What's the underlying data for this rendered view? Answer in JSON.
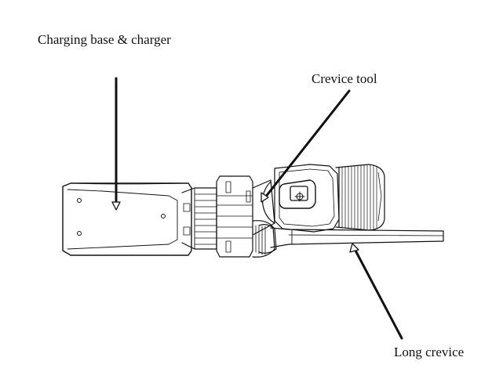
{
  "labels": {
    "charging_base": "Charging base & charger",
    "crevice_tool": "Crevice tool",
    "long_crevice": "Long crevice"
  },
  "colors": {
    "line": "#111111",
    "background": "#ffffff"
  }
}
